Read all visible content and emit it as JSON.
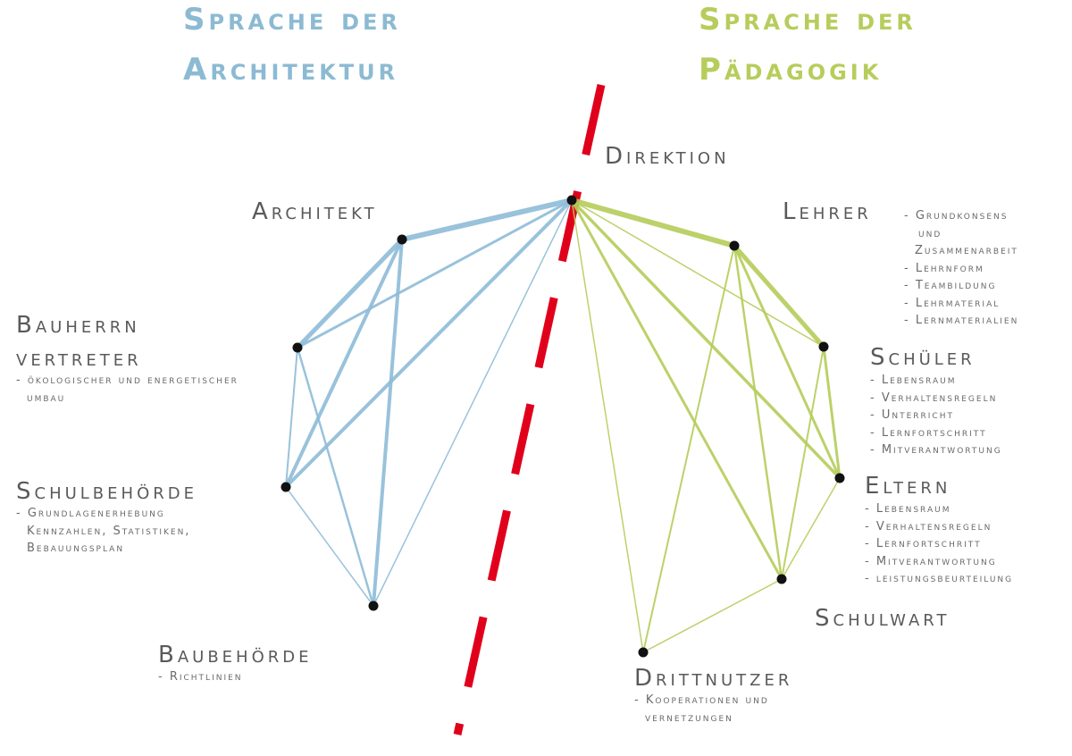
{
  "titles": {
    "left": [
      "Sprache der",
      "Architektur"
    ],
    "right": [
      "Sprache der",
      "Pädagogik"
    ]
  },
  "colors": {
    "architecture": "#8fbcd8",
    "pedagogy": "#b5cd5a",
    "divider": "#e0001b",
    "node": "#111111"
  },
  "nodes": {
    "direktion": {
      "label": "Direktion",
      "notes": []
    },
    "architekt": {
      "label": "Architekt",
      "notes": []
    },
    "bauherrn": {
      "label": [
        "Bauherrn",
        "vertreter"
      ],
      "notes": [
        "- ökologischer und energetischer",
        "umbau"
      ]
    },
    "schulbehoerde": {
      "label": "Schulbehörde",
      "notes": [
        "- Grundlagenerhebung",
        "Kennzahlen, Statistiken,",
        "Bebauungsplan"
      ]
    },
    "baubehoerde": {
      "label": "Baubehörde",
      "notes": [
        "- Richtlinien"
      ]
    },
    "lehrer": {
      "label": "Lehrer",
      "notes": [
        "- Grundkonsens",
        "und",
        "Zusammenarbeit",
        "- Lehrnform",
        "- Teambildung",
        "- Lehrmaterial",
        "- Lernmaterialien"
      ]
    },
    "schueler": {
      "label": "Schüler",
      "notes": [
        "- Lebensraum",
        "- Verhaltensregeln",
        "- Unterricht",
        "- Lernfortschritt",
        "- Mitverantwortung"
      ]
    },
    "eltern": {
      "label": "Eltern",
      "notes": [
        "- Lebensraum",
        "- Verhaltensregeln",
        "- Lernfortschritt",
        "- Mitverantwortung",
        "- leistungsbeurteilung"
      ]
    },
    "schulwart": {
      "label": "Schulwart",
      "notes": []
    },
    "drittnutzer": {
      "label": "Drittnutzer",
      "notes": [
        "- Kooperationen und",
        "vernetzungen"
      ]
    }
  },
  "edges": [
    {
      "from": "direktion",
      "to": "architekt",
      "side": "architecture",
      "weight": 6
    },
    {
      "from": "direktion",
      "to": "bauherrn",
      "side": "architecture",
      "weight": 3
    },
    {
      "from": "direktion",
      "to": "schulbehoerde",
      "side": "architecture",
      "weight": 4
    },
    {
      "from": "direktion",
      "to": "baubehoerde",
      "side": "architecture",
      "weight": 1.5
    },
    {
      "from": "architekt",
      "to": "bauherrn",
      "side": "architecture",
      "weight": 5
    },
    {
      "from": "architekt",
      "to": "schulbehoerde",
      "side": "architecture",
      "weight": 4
    },
    {
      "from": "architekt",
      "to": "baubehoerde",
      "side": "architecture",
      "weight": 4
    },
    {
      "from": "bauherrn",
      "to": "schulbehoerde",
      "side": "architecture",
      "weight": 2
    },
    {
      "from": "bauherrn",
      "to": "baubehoerde",
      "side": "architecture",
      "weight": 2.5
    },
    {
      "from": "schulbehoerde",
      "to": "baubehoerde",
      "side": "architecture",
      "weight": 1.5
    },
    {
      "from": "direktion",
      "to": "lehrer",
      "side": "pedagogy",
      "weight": 6
    },
    {
      "from": "direktion",
      "to": "schueler",
      "side": "pedagogy",
      "weight": 1.5
    },
    {
      "from": "direktion",
      "to": "eltern",
      "side": "pedagogy",
      "weight": 3.5
    },
    {
      "from": "direktion",
      "to": "schulwart",
      "side": "pedagogy",
      "weight": 3
    },
    {
      "from": "direktion",
      "to": "drittnutzer",
      "side": "pedagogy",
      "weight": 1.5
    },
    {
      "from": "lehrer",
      "to": "schueler",
      "side": "pedagogy",
      "weight": 5
    },
    {
      "from": "lehrer",
      "to": "eltern",
      "side": "pedagogy",
      "weight": 3
    },
    {
      "from": "lehrer",
      "to": "schulwart",
      "side": "pedagogy",
      "weight": 2.5
    },
    {
      "from": "lehrer",
      "to": "drittnutzer",
      "side": "pedagogy",
      "weight": 2
    },
    {
      "from": "schueler",
      "to": "eltern",
      "side": "pedagogy",
      "weight": 3
    },
    {
      "from": "schueler",
      "to": "schulwart",
      "side": "pedagogy",
      "weight": 2
    },
    {
      "from": "eltern",
      "to": "schulwart",
      "side": "pedagogy",
      "weight": 1.5
    },
    {
      "from": "schulwart",
      "to": "drittnutzer",
      "side": "pedagogy",
      "weight": 1.5
    }
  ]
}
